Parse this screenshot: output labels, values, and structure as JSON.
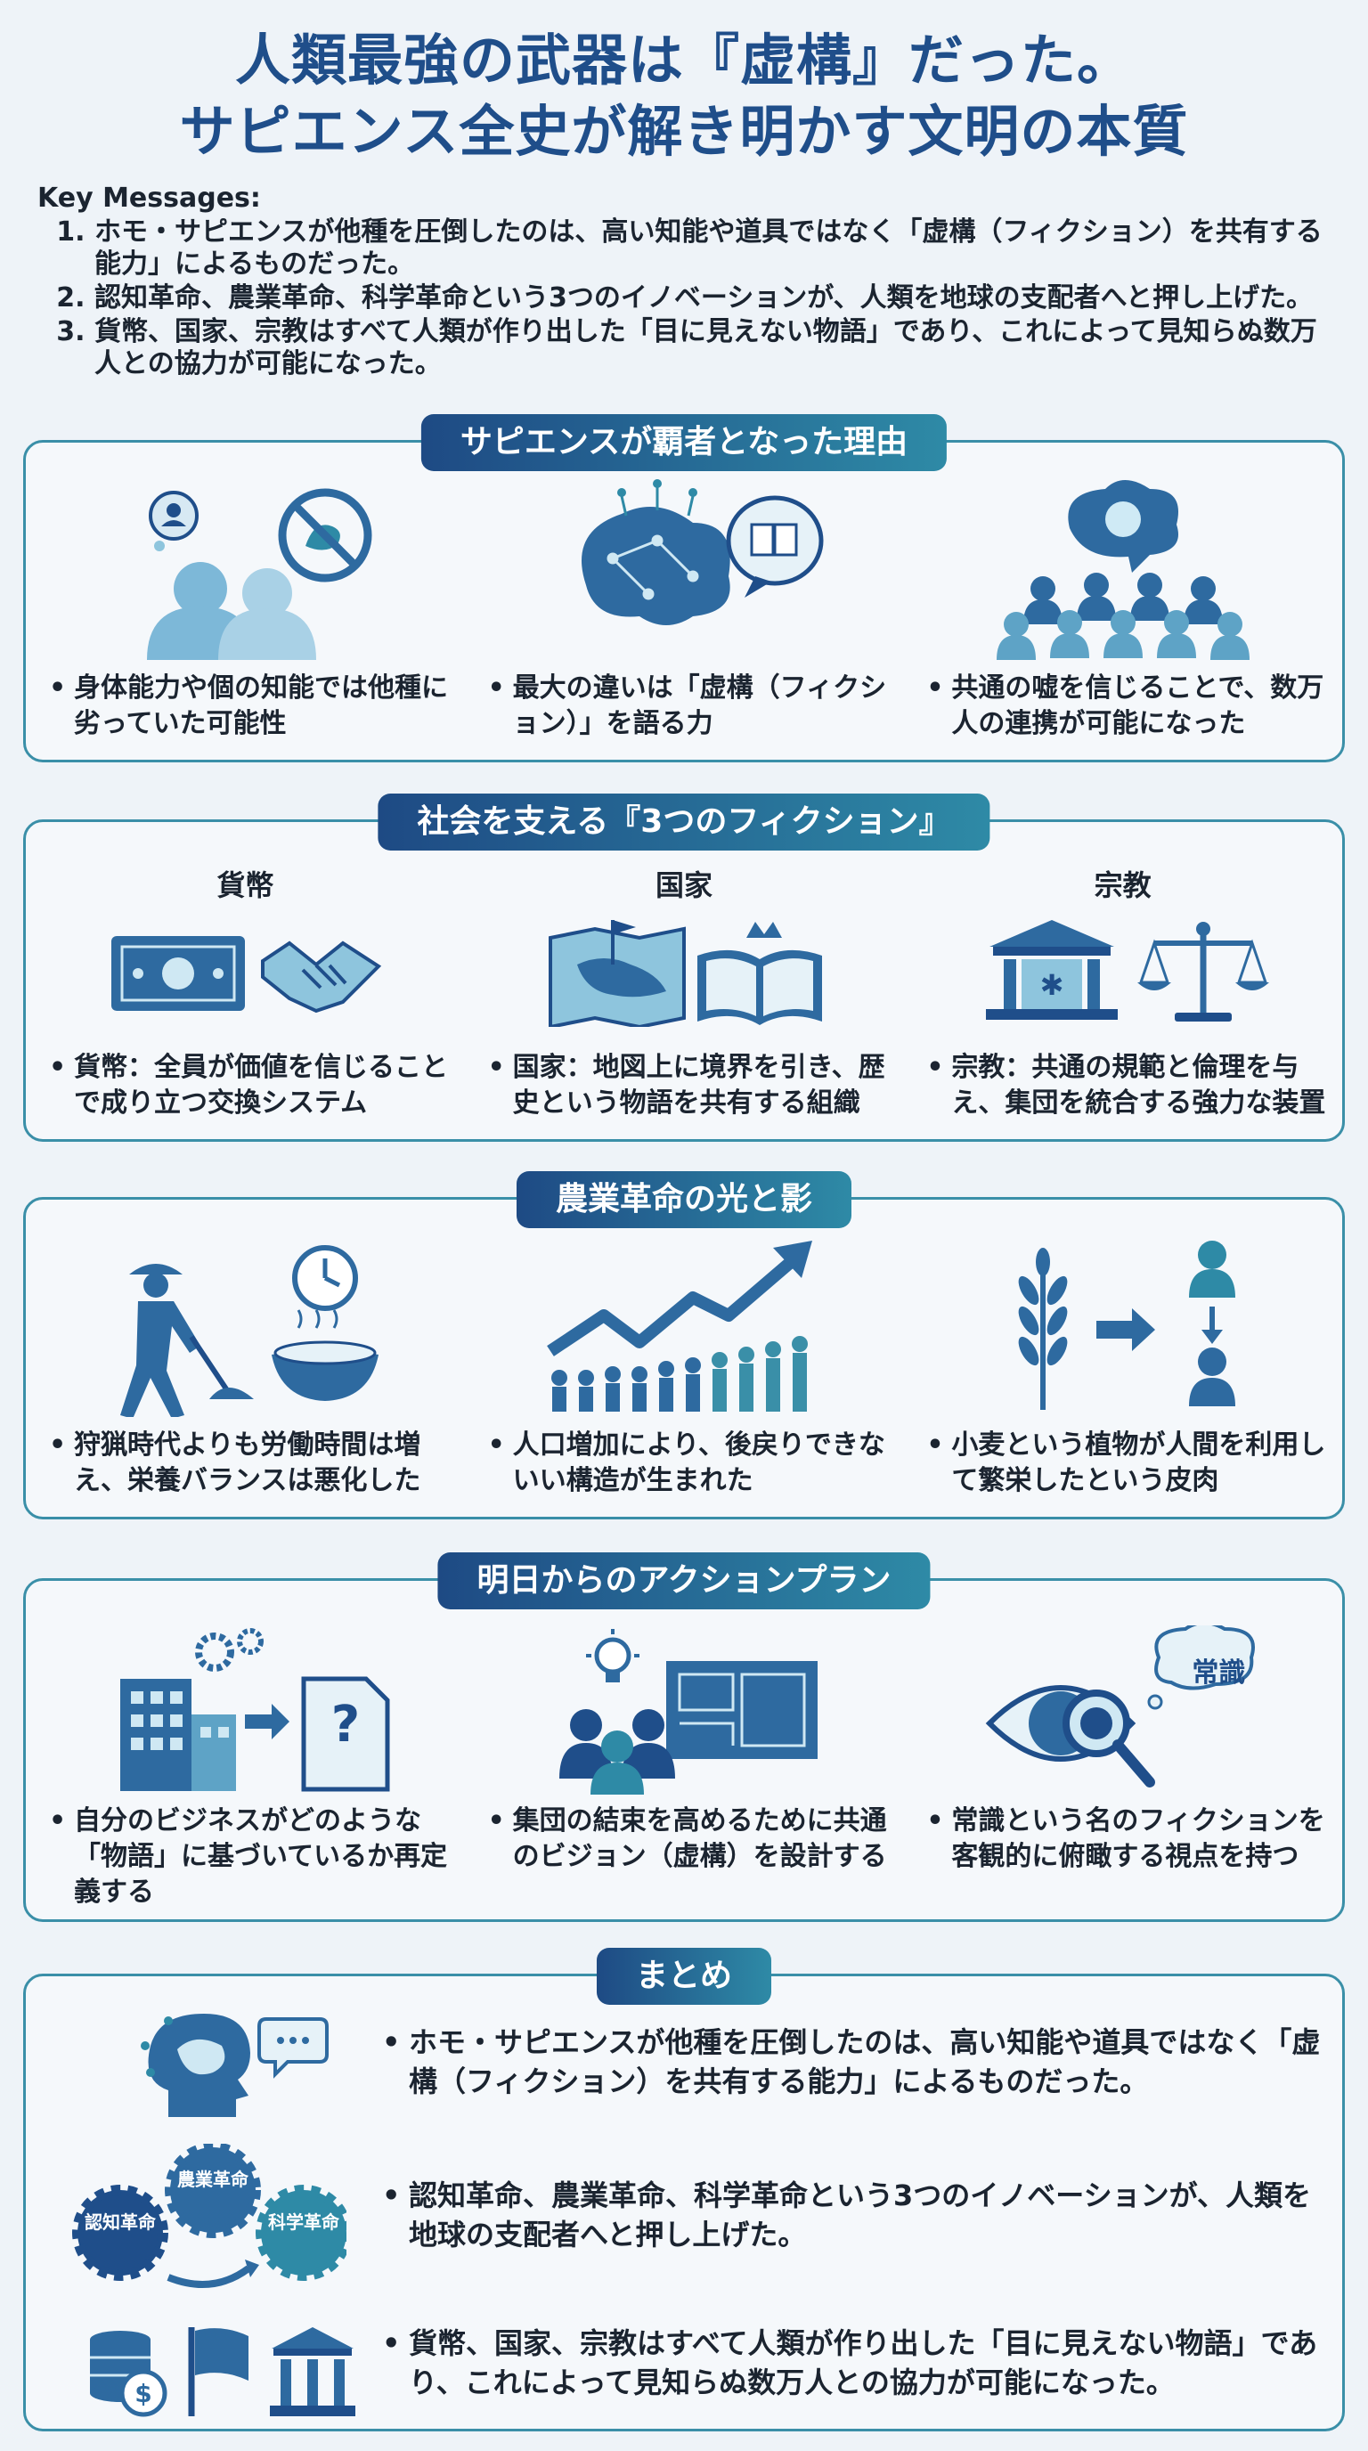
{
  "header": {
    "title_line1": "人類最強の武器は『虚構』だった。",
    "title_line2": "サピエンス全史が解き明かす文明の本質"
  },
  "key_messages": {
    "heading": "Key Messages:",
    "items": [
      "ホモ・サピエンスが他種を圧倒したのは、高い知能や道具ではなく「虚構（フィクション）を共有する能力」によるものだった。",
      "認知革命、農業革命、科学革命という3つのイノベーションが、人類を地球の支配者へと押し上げた。",
      "貨幣、国家、宗教はすべて人類が作り出した「目に見えない物語」であり、これによって見知らぬ数万人との協力が可能になった。"
    ]
  },
  "sections": {
    "reasons": {
      "title": "サピエンスが覇者となった理由",
      "items": [
        {
          "text": "身体能力や個の知能では他種に劣っていた可能性",
          "icon": "people-no-muscle-icon"
        },
        {
          "text": "最大の違いは「虚構（フィクション）」を語る力",
          "icon": "brain-book-icon"
        },
        {
          "text": "共通の嘘を信じることで、数万人の連携が可能になった",
          "icon": "crowd-idea-icon"
        }
      ]
    },
    "fictions": {
      "title": "社会を支える『3つのフィクション』",
      "items": [
        {
          "head": "貨幣",
          "text": "貨幣：全員が価値を信じることで成り立つ交換システム",
          "icon": "money-handshake-icon"
        },
        {
          "head": "国家",
          "text": "国家：地図上に境界を引き、歴史という物語を共有する組織",
          "icon": "map-book-icon"
        },
        {
          "head": "宗教",
          "text": "宗教：共通の規範と倫理を与え、集団を統合する強力な装置",
          "icon": "temple-scale-icon"
        }
      ]
    },
    "agri": {
      "title": "農業革命の光と影",
      "items": [
        {
          "text": "狩猟時代よりも労働時間は増え、栄養バランスは悪化した",
          "icon": "farmer-clock-rice-icon"
        },
        {
          "text": "人口増加により、後戻りできないい構造が生まれた",
          "icon": "population-growth-icon"
        },
        {
          "text": "小麦という植物が人間を利用して繁栄したという皮肉",
          "icon": "wheat-people-icon"
        }
      ]
    },
    "action": {
      "title": "明日からのアクションプラン",
      "items": [
        {
          "text": "自分のビジネスがどのような「物語」に基づいているか再定義する",
          "icon": "building-question-icon"
        },
        {
          "text": "集団の結束を高めるために共通のビジョン（虚構）を設計する",
          "icon": "team-blueprint-icon"
        },
        {
          "text": "常識という名のフィクションを客観的に俯瞰する視点を持つ",
          "icon": "eye-magnifier-icon",
          "bubble": "常識"
        }
      ]
    },
    "summary": {
      "title": "まとめ",
      "gears": [
        "認知革命",
        "農業革命",
        "科学革命"
      ],
      "items": [
        "ホモ・サピエンスが他種を圧倒したのは、高い知能や道具ではなく「虚構（フィクション）を共有する能力」によるものだった。",
        "認知革命、農業革命、科学革命という3つのイノベーションが、人類を地球の支配者へと押し上げた。",
        "貨幣、国家、宗教はすべて人類が作り出した「目に見えない物語」であり、これによって見知らぬ数万人との協力が可能になった。"
      ]
    }
  },
  "colors": {
    "navy": "#1f4e8a",
    "teal": "#2e8aa6",
    "light": "#8ec5dd"
  }
}
